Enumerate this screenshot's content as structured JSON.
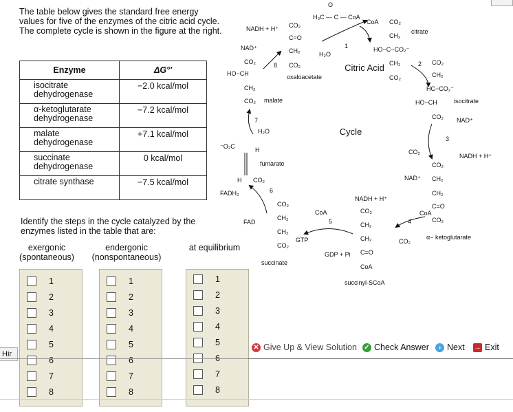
{
  "intro": "The table below gives the standard free energy values for five of the enzymes of the citric acid cycle. The complete cycle is shown in the figure at the right.",
  "table": {
    "col_enzyme": "Enzyme",
    "col_dg": "ΔG°′",
    "rows": [
      {
        "name": "isocitrate dehydrogenase",
        "value": "−2.0 kcal/mol"
      },
      {
        "name": "α-ketoglutarate dehydrogenase",
        "value": "−7.2 kcal/mol"
      },
      {
        "name": "malate dehydrogenase",
        "value": "+7.1 kcal/mol"
      },
      {
        "name": "succinate dehydrogenase",
        "value": "0  kcal/mol"
      },
      {
        "name": "citrate synthase",
        "value": "−7.5 kcal/mol"
      }
    ]
  },
  "question": "Identify the steps in the cycle catalyzed by the enzymes listed in the table that are:",
  "columns": {
    "exergonic_1": "exergonic",
    "exergonic_2": "(spontaneous)",
    "endergonic_1": "endergonic",
    "endergonic_2": "(nonspontaneous)",
    "equilibrium": "at equilibrium"
  },
  "options": [
    "1",
    "2",
    "3",
    "4",
    "5",
    "6",
    "7",
    "8"
  ],
  "side_tab": "Hir",
  "diagram": {
    "center_1": "Citric Acid",
    "center_2": "Cycle",
    "oxaloacetate": "oxaloacetate",
    "citrate": "citrate",
    "isocitrate": "isocitrate",
    "akg": "α− ketoglutarate",
    "succinyl": "succinyl-SCoA",
    "succinate": "succinate",
    "fumarate": "fumarate",
    "malate": "malate",
    "nadh_h": "NADH + H⁺",
    "nad": "NAD⁺",
    "coa": "CoA",
    "h2o": "H₂O",
    "co2": "CO₂",
    "fadh2": "FADH₂",
    "fad": "FAD",
    "gtp": "GTP",
    "gdp_pi": "GDP + Pi",
    "acetyl_coa": "H₃C — C — CoA",
    "steps": [
      "1",
      "2",
      "3",
      "4",
      "5",
      "6",
      "7",
      "8"
    ]
  },
  "buttons": {
    "give_up": "Give Up & View Solution",
    "check": "Check Answer",
    "next": "Next",
    "exit": "Exit"
  }
}
